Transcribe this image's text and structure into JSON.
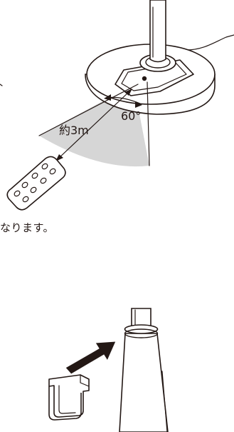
{
  "diagram_top": {
    "distance_label": "約3m",
    "angle_label": "60°"
  },
  "body_text": "なります。",
  "colors": {
    "line": "#231815",
    "sector_fill": "#d6d6d6",
    "white": "#ffffff"
  }
}
